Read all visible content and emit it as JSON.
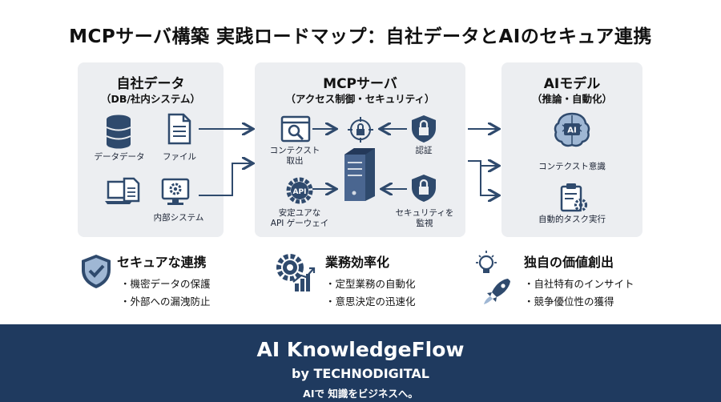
{
  "title": "MCPサーバ構築 実践ロードマップ：自社データとAIのセキュア連携",
  "panels": {
    "data": {
      "heading": "自社データ",
      "subheading": "（DB/社内システム）",
      "items": {
        "db": "データデータ",
        "file": "ファイル",
        "internal": "内部システム"
      }
    },
    "mcp": {
      "heading": "MCPサーバ",
      "subheading": "（アクセス制御・セキュリティ）",
      "items": {
        "context_line1": "コンテクスト",
        "context_line2": "取出",
        "auth": "認証",
        "api_line1": "安定ユアな",
        "api_line2": "API ゲーウェイ",
        "monitor_line1": "セキュリティを",
        "monitor_line2": "監視"
      }
    },
    "ai": {
      "heading": "AIモデル",
      "subheading": "（推論・自動化）",
      "brain_badge": "AI",
      "items": {
        "context": "コンテクスト意識",
        "task": "自動的タスク実行"
      }
    }
  },
  "features": [
    {
      "title": "セキュアな連携",
      "bullets": [
        "・機密データの保護",
        "・外部への漏洩防止"
      ]
    },
    {
      "title": "業務効率化",
      "bullets": [
        "・定型業務の自動化",
        "・意思決定の迅速化"
      ]
    },
    {
      "title": "独自の価値創出",
      "bullets": [
        "・自社特有のインサイト",
        "・競争優位性の獲得"
      ]
    }
  ],
  "footer": {
    "brand": "AI KnowledgeFlow",
    "by": "by TECHNODIGITAL",
    "tagline": "AIで 知識をビジネスへ。"
  },
  "colors": {
    "navy": "#1f3a5f",
    "icon": "#2f4a6d",
    "panel": "#eceef1",
    "accent_blue": "#9fb7d4"
  }
}
